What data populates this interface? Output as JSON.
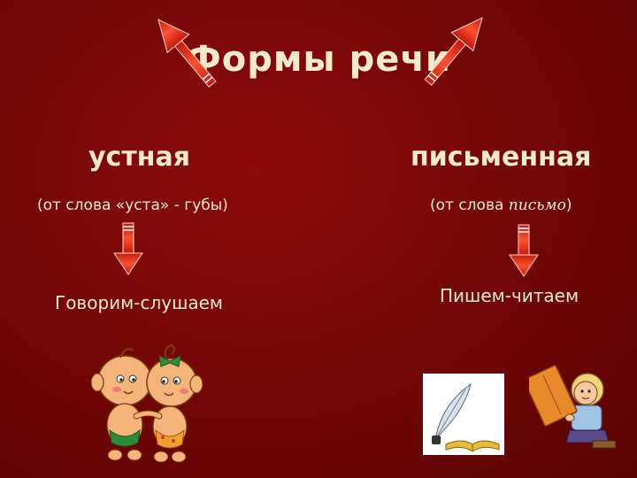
{
  "title": "Формы речи",
  "left": {
    "heading": "устная",
    "note_prefix": "(от слова «уста» - губы)",
    "action": "Говорим-слушаем"
  },
  "right": {
    "heading": "письменная",
    "note_prefix": "(от слова ",
    "note_word": "письмо",
    "note_suffix": ")",
    "action": "Пишем-читаем"
  },
  "colors": {
    "background": "#7a0808",
    "text": "#f2eacb",
    "arrow": "#e8321c"
  },
  "icons": [
    "twin-babies-illustration",
    "quill-and-book-icon",
    "child-reading-book-illustration"
  ]
}
